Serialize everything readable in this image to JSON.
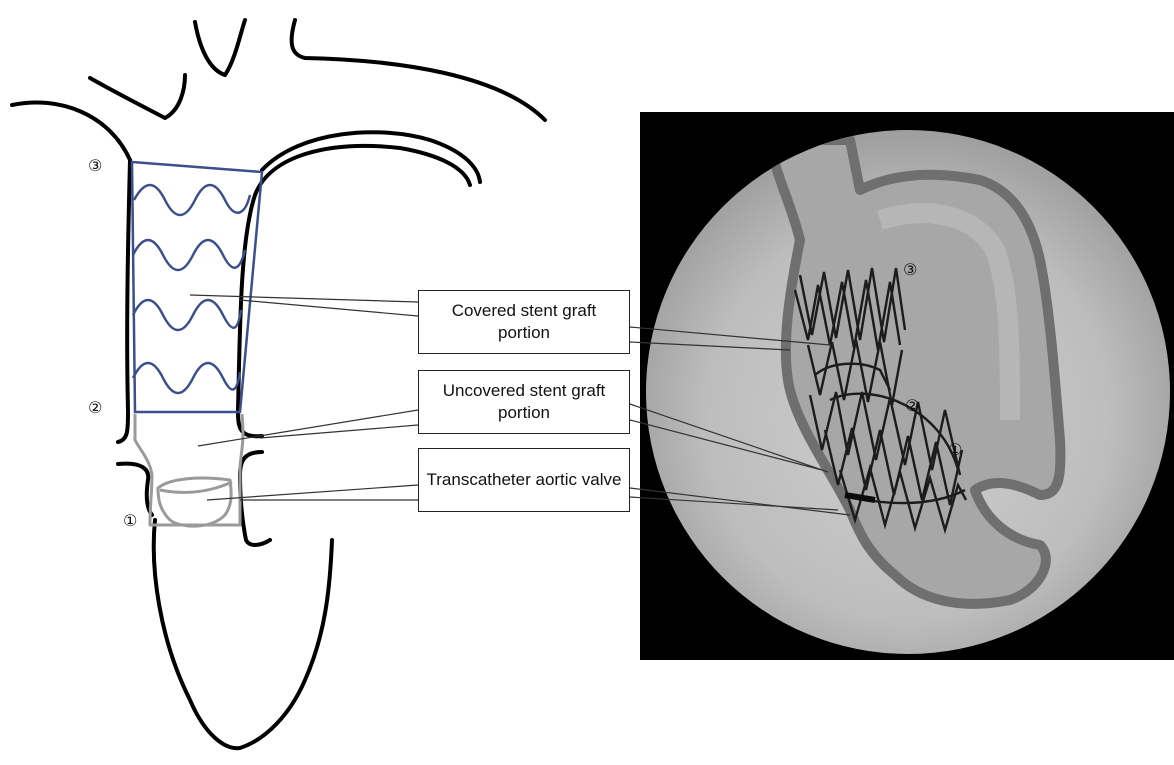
{
  "labels": {
    "covered": "Covered stent graft portion",
    "uncovered": "Uncovered stent graft portion",
    "valve": "Transcatheter aortic valve"
  },
  "markers": {
    "m1": "①",
    "m2": "②",
    "m3": "③"
  },
  "colors": {
    "stent_covered": "#3a4f8c",
    "stent_uncovered": "#9a9a9a",
    "outline": "#000000",
    "fluoro_frame": "#000000"
  }
}
